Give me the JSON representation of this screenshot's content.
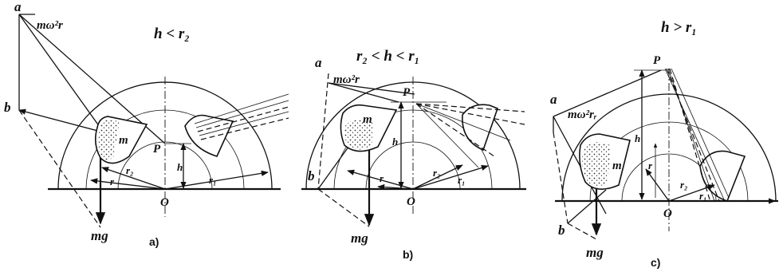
{
  "panels": [
    {
      "id": "a",
      "condition": "h < r₂",
      "caption": "a)",
      "labels": {
        "a": "a",
        "b": "b",
        "force": "mω²r",
        "m": "m",
        "P": "P",
        "O": "O",
        "h": "h",
        "r": "r",
        "r1": "r₁",
        "r2": "r₂",
        "mg": "mg"
      }
    },
    {
      "id": "b",
      "condition": "r₂ < h < r₁",
      "caption": "b)",
      "labels": {
        "a": "a",
        "b": "b",
        "force": "mω²r",
        "m": "m",
        "P": "P",
        "O": "O",
        "h": "h",
        "r": "r",
        "r1": "r₁",
        "r2": "r₂",
        "mg": "mg"
      }
    },
    {
      "id": "c",
      "condition": "h > r₁",
      "caption": "c)",
      "labels": {
        "a": "a",
        "b": "b",
        "force": "mω²rᵣ",
        "m": "m",
        "P": "P",
        "O": "O",
        "h": "h",
        "r": "r",
        "r1": "r₁",
        "r2": "r₂",
        "mg": "mg"
      }
    }
  ]
}
